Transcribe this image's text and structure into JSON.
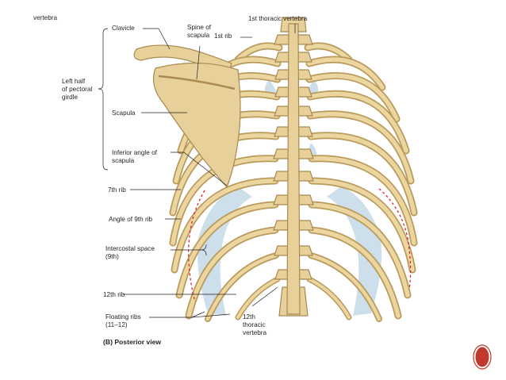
{
  "slide": {
    "corner_fragment": "vertebra",
    "nav_button_color": "#c0392b"
  },
  "labels": {
    "clavicle": "Clavicle",
    "spine_line1": "Spine of",
    "spine_line2": "scapula",
    "first_thoracic": "1st thoracic vertebra",
    "first_rib": "1st rib",
    "left_half_1": "Left half",
    "left_half_2": "of pectoral",
    "left_half_3": "girdle",
    "scapula": "Scapula",
    "inferior_1": "Inferior angle of",
    "inferior_2": "scapula",
    "seventh_rib": "7th rib",
    "angle_9th": "Angle of 9th rib",
    "intercostal_1": "Intercostal space",
    "intercostal_2": "(9th)",
    "twelfth_rib": "12th rib",
    "floating_1": "Floating ribs",
    "floating_2": "(11–12)",
    "twelfth_vert_1": "12th",
    "twelfth_vert_2": "thoracic",
    "twelfth_vert_3": "vertebra",
    "view_caption": "(B) Posterior view"
  },
  "colors": {
    "bone": "#e8d09a",
    "intercostal_membrane": "#c6dbe9",
    "rib_angle_dashes": "#d9233a"
  }
}
